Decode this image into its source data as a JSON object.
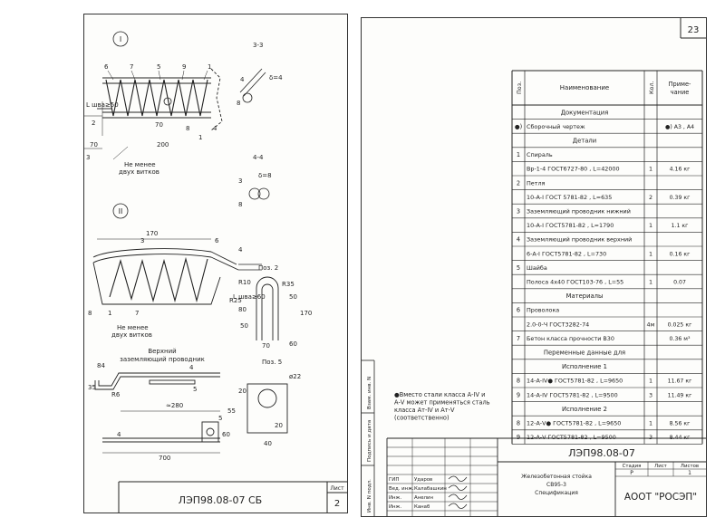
{
  "left_sheet": {
    "views": {
      "view1_no": "I",
      "view2_no": "II",
      "section33": "3-3",
      "section44": "4-4",
      "poz2": "Поз. 2",
      "poz5": "Поз. 5"
    },
    "view1": {
      "callouts": [
        "6",
        "7",
        "5",
        "9",
        "1",
        "2",
        "8",
        "4"
      ],
      "dim_L": "L шва≥50",
      "dim_70a": "70",
      "dim_200": "200",
      "dim_70b": "70",
      "dim_1": "1",
      "mark_3": "3",
      "note_line1": "Не менее",
      "note_line2": "двух витков"
    },
    "sec33": {
      "a": "4",
      "b": "8",
      "dim": "δ=4"
    },
    "sec44": {
      "a": "3",
      "b": "8",
      "dim": "δ=8"
    },
    "view2": {
      "dim_170": "170",
      "callouts": [
        "3",
        "6",
        "8",
        "1",
        "7"
      ],
      "r10": "R10",
      "dim_L": "L шва≥60",
      "dim_80": "80",
      "dim_50": "50",
      "mark_4": "4",
      "note_line1": "Не менее",
      "note_line2": "двух витков",
      "caption_line1": "Верхний",
      "caption_line2": "заземляющий проводник"
    },
    "poz2": {
      "r35": "R35",
      "r25": "R25",
      "d50": "50",
      "d170": "170",
      "d70": "70",
      "d60": "60"
    },
    "strip": {
      "d84": "84",
      "r6": "R6",
      "d35": "35",
      "c4": "4",
      "c5": "5"
    },
    "plate": {
      "d280": "≈280",
      "d700": "700",
      "c5": "5",
      "c4": "4",
      "d60": "60"
    },
    "poz5": {
      "hole": "ø22",
      "d55": "55",
      "d20a": "20",
      "d20b": "20",
      "d40": "40"
    },
    "stamp": {
      "code": "ЛЭП98.08-07   СБ",
      "list_label": "Лист",
      "list_no": "2"
    }
  },
  "right_sheet": {
    "page_no": "23",
    "headers": {
      "poz": "Поз.",
      "name": "Наименование",
      "qty": "Кол.",
      "note_line1": "Приме-",
      "note_line2": "чание"
    },
    "rows": [
      {
        "poz": "",
        "name": "Документация",
        "qty": "",
        "note": "",
        "section": true
      },
      {
        "poz": "●)",
        "name": "Сборочный чертеж",
        "qty": "",
        "note": "●) А3 , А4"
      },
      {
        "poz": "",
        "name": "Детали",
        "qty": "",
        "note": "",
        "section": true
      },
      {
        "poz": "1",
        "name": "Спираль",
        "qty": "",
        "note": ""
      },
      {
        "poz": "",
        "name": "Вр-1-4  ГОСТ6727-80 , L=42000",
        "qty": "1",
        "note": "4.16  кг"
      },
      {
        "poz": "2",
        "name": "Петля",
        "qty": "",
        "note": ""
      },
      {
        "poz": "",
        "name": "10-А-I  ГОСТ 5781-82 , L=635",
        "qty": "2",
        "note": "0.39  кг"
      },
      {
        "poz": "3",
        "name": "Заземляющий проводник нижний",
        "qty": "",
        "note": ""
      },
      {
        "poz": "",
        "name": "10-А-I  ГОСТ5781-82 , L=1790",
        "qty": "1",
        "note": "1.1  кг"
      },
      {
        "poz": "4",
        "name": "Заземляющий проводник верхний",
        "qty": "",
        "note": ""
      },
      {
        "poz": "",
        "name": "6-А-I  ГОСТ5781-82 , L=730",
        "qty": "1",
        "note": "0.16  кг"
      },
      {
        "poz": "5",
        "name": "Шайба",
        "qty": "",
        "note": ""
      },
      {
        "poz": "",
        "name": "Полоса 4х40  ГОСТ103-76 , L=55",
        "qty": "1",
        "note": "0.07"
      },
      {
        "poz": "",
        "name": "Материалы",
        "qty": "",
        "note": "",
        "section": true
      },
      {
        "poz": "6",
        "name": "Проволока",
        "qty": "",
        "note": ""
      },
      {
        "poz": "",
        "name": "2.0-0-Ч  ГОСТ3282-74",
        "qty": "4м",
        "note": "0.025  кг"
      },
      {
        "poz": "7",
        "name": "Бетон класса прочности В30",
        "qty": "",
        "note": "0.36  м³"
      },
      {
        "poz": "",
        "name": "Переменные данные для",
        "qty": "",
        "note": "",
        "section": true
      },
      {
        "poz": "",
        "name": "Исполнение 1",
        "qty": "",
        "note": "",
        "section": true
      },
      {
        "poz": "8",
        "name": "14-А-IV●  ГОСТ5781-82 , L=9650",
        "qty": "1",
        "note": "11.67  кг"
      },
      {
        "poz": "9",
        "name": "14-А-IV  ГОСТ5781-82 , L=9500",
        "qty": "3",
        "note": "11.49  кг"
      },
      {
        "poz": "",
        "name": "Исполнение 2",
        "qty": "",
        "note": "",
        "section": true
      },
      {
        "poz": "8",
        "name": "12-А-V●  ГОСТ5781-82 , L=9650",
        "qty": "1",
        "note": "8.56  кг"
      },
      {
        "poz": "9",
        "name": "12-А-V  ГОСТ5781-82 , L=9500",
        "qty": "3",
        "note": "8.44  кг"
      }
    ],
    "footnote": "●Вместо стали класса А-IV и А-V может применяться сталь класса Ат-IV и Ат-V (соответственно)",
    "side_labels": [
      "Инв. N подл.",
      "Подпись и дата",
      "Взам. инв. N"
    ],
    "title_block": {
      "code": "ЛЭП98.08-07",
      "title_line1": "Железобетонная стойка",
      "title_line2": "СВ95-3",
      "title_line3": "Спецификация",
      "stage_label": "Стадия",
      "sheet_label": "Лист",
      "sheets_label": "Листов",
      "stage": "Р",
      "sheets": "1",
      "org": "АООТ \"РОСЭП\"",
      "people": [
        {
          "role": "ГИП",
          "name": "Ударов"
        },
        {
          "role": "Вед. инж.",
          "name": "Калабашкин"
        },
        {
          "role": "Инж.",
          "name": "Анелин"
        },
        {
          "role": "Инж.",
          "name": "Канаб"
        }
      ]
    }
  }
}
